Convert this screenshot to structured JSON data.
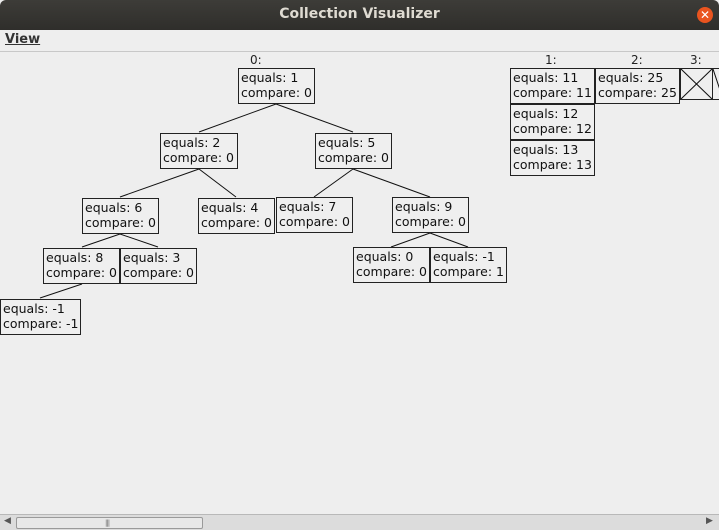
{
  "window": {
    "title": "Collection Visualizer"
  },
  "menu": {
    "view": "View"
  },
  "indices": [
    "0:",
    "1:",
    "2:",
    "3:"
  ],
  "tree": [
    {
      "equals": "equals: 1",
      "compare": "compare: 0"
    },
    {
      "equals": "equals: 2",
      "compare": "compare: 0"
    },
    {
      "equals": "equals: 5",
      "compare": "compare: 0"
    },
    {
      "equals": "equals: 6",
      "compare": "compare: 0"
    },
    {
      "equals": "equals: 4",
      "compare": "compare: 0"
    },
    {
      "equals": "equals: 7",
      "compare": "compare: 0"
    },
    {
      "equals": "equals: 9",
      "compare": "compare: 0"
    },
    {
      "equals": "equals: 8",
      "compare": "compare: 0"
    },
    {
      "equals": "equals: 3",
      "compare": "compare: 0"
    },
    {
      "equals": "equals: 0",
      "compare": "compare: 0"
    },
    {
      "equals": "equals: -1",
      "compare": "compare: 1"
    },
    {
      "equals": "equals: -1",
      "compare": "compare: -1"
    }
  ],
  "bucket1": [
    {
      "equals": "equals: 11",
      "compare": "compare: 11"
    },
    {
      "equals": "equals: 12",
      "compare": "compare: 12"
    },
    {
      "equals": "equals: 13",
      "compare": "compare: 13"
    }
  ],
  "bucket2": [
    {
      "equals": "equals: 25",
      "compare": "compare: 25"
    }
  ]
}
